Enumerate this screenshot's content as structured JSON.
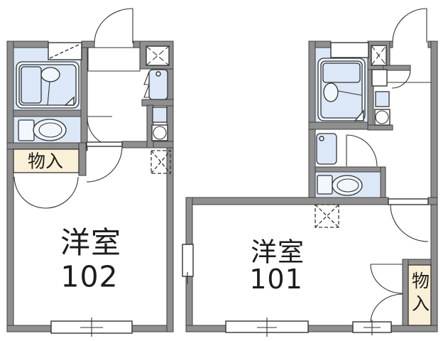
{
  "floorplan": {
    "colors": {
      "wall_gray": "#8f8f8f",
      "water_area_blue": "#dce8f7",
      "storage_cream": "#faf0d8",
      "line_dark": "#333333",
      "background": "#ffffff",
      "text": "#1c1c1c"
    },
    "unit_102": {
      "room_label": "洋室",
      "room_number": "102",
      "storage_label": "物入"
    },
    "unit_101": {
      "room_label": "洋室",
      "room_number": "101",
      "storage_label": "物入"
    }
  }
}
